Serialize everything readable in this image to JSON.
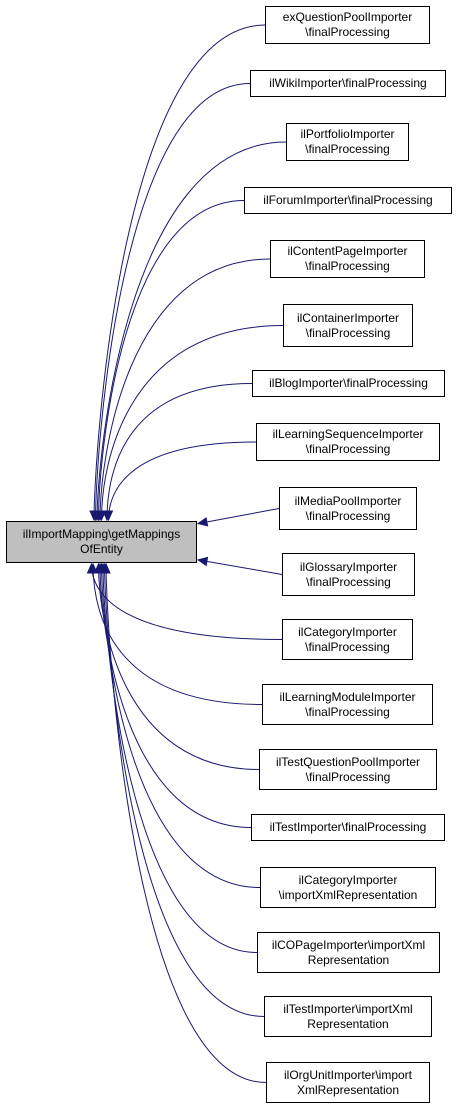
{
  "root": {
    "lines": [
      "ilImportMapping\\getMappings",
      "OfEntity"
    ]
  },
  "callers": [
    {
      "lines": [
        "exQuestionPoolImporter",
        "\\finalProcessing"
      ]
    },
    {
      "lines": [
        "ilWikiImporter\\finalProcessing"
      ]
    },
    {
      "lines": [
        "ilPortfolioImporter",
        "\\finalProcessing"
      ]
    },
    {
      "lines": [
        "ilForumImporter\\finalProcessing"
      ]
    },
    {
      "lines": [
        "ilContentPageImporter",
        "\\finalProcessing"
      ]
    },
    {
      "lines": [
        "ilContainerImporter",
        "\\finalProcessing"
      ]
    },
    {
      "lines": [
        "ilBlogImporter\\finalProcessing"
      ]
    },
    {
      "lines": [
        "ilLearningSequenceImporter",
        "\\finalProcessing"
      ]
    },
    {
      "lines": [
        "ilMediaPoolImporter",
        "\\finalProcessing"
      ]
    },
    {
      "lines": [
        "ilGlossaryImporter",
        "\\finalProcessing"
      ]
    },
    {
      "lines": [
        "ilCategoryImporter",
        "\\finalProcessing"
      ]
    },
    {
      "lines": [
        "ilLearningModuleImporter",
        "\\finalProcessing"
      ]
    },
    {
      "lines": [
        "ilTestQuestionPoolImporter",
        "\\finalProcessing"
      ]
    },
    {
      "lines": [
        "ilTestImporter\\finalProcessing"
      ]
    },
    {
      "lines": [
        "ilCategoryImporter",
        "\\importXmlRepresentation"
      ]
    },
    {
      "lines": [
        "ilCOPageImporter\\importXml",
        "Representation"
      ]
    },
    {
      "lines": [
        "ilTestImporter\\importXml",
        "Representation"
      ]
    },
    {
      "lines": [
        "ilOrgUnitImporter\\import",
        "XmlRepresentation"
      ]
    }
  ],
  "colors": {
    "edge": "#191970",
    "node_border": "#000000",
    "root_fill": "#bfbfbf",
    "node_fill": "#ffffff"
  }
}
